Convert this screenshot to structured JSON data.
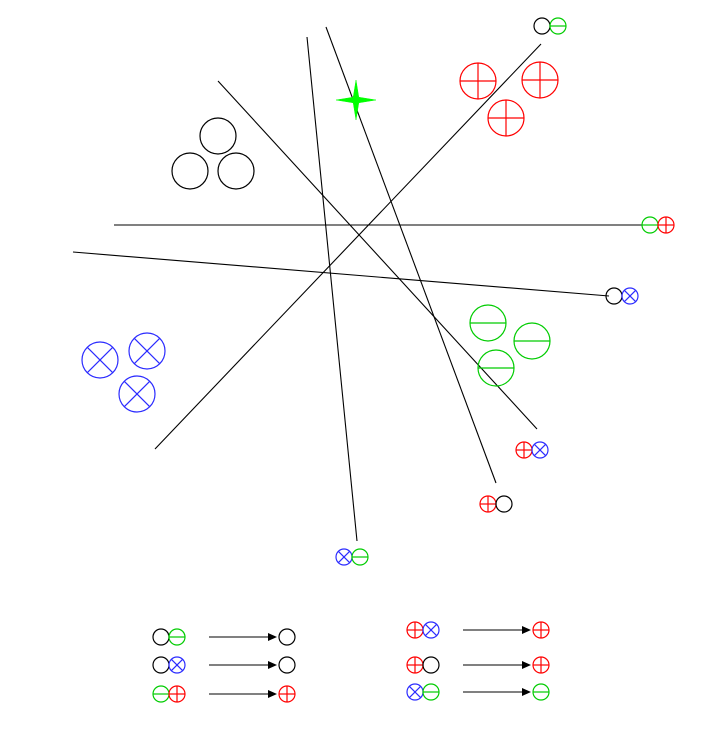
{
  "colors": {
    "black": "#000000",
    "red": "#ff0000",
    "green": "#00cc00",
    "blue": "#2b2bff",
    "star": "#00ff00"
  },
  "symbols": {
    "plain": "empty-circle",
    "plus": "circle-plus",
    "minus": "circle-minus",
    "cross": "circle-cross"
  },
  "lines": [
    {
      "end_a": [
        "black",
        "minus"
      ],
      "end_b": "open"
    },
    {
      "end_a": [
        "minus",
        "plus"
      ],
      "end_b": "open"
    },
    {
      "end_a": [
        "black",
        "cross"
      ],
      "end_b": "open"
    },
    {
      "end_a": [
        "plus",
        "cross"
      ],
      "end_b": "open"
    },
    {
      "end_a": [
        "plus",
        "black"
      ],
      "end_b": "open"
    },
    {
      "end_a": [
        "cross",
        "minus"
      ],
      "end_b": "open"
    }
  ],
  "clusters": [
    "plain",
    "plus",
    "minus",
    "cross"
  ],
  "rules": [
    {
      "inputs": [
        "plain",
        "minus"
      ],
      "output": "plain"
    },
    {
      "inputs": [
        "plain",
        "cross"
      ],
      "output": "plain"
    },
    {
      "inputs": [
        "minus",
        "plus"
      ],
      "output": "plus"
    },
    {
      "inputs": [
        "plus",
        "cross"
      ],
      "output": "plus"
    },
    {
      "inputs": [
        "plus",
        "plain"
      ],
      "output": "plus"
    },
    {
      "inputs": [
        "cross",
        "minus"
      ],
      "output": "minus"
    }
  ]
}
